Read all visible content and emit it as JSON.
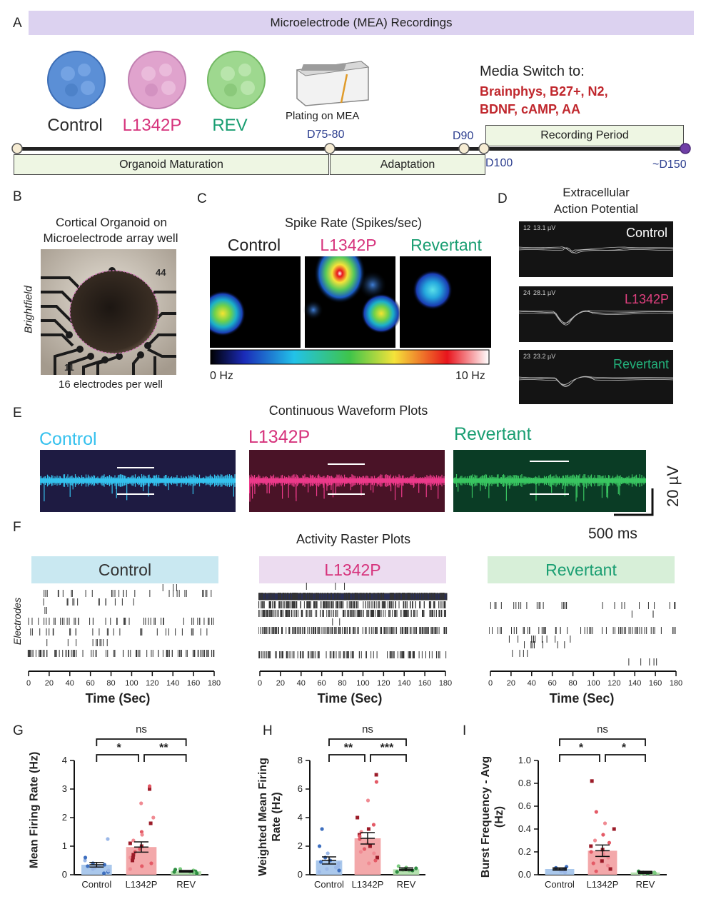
{
  "panels": [
    "A",
    "B",
    "C",
    "D",
    "E",
    "F",
    "G",
    "H",
    "I"
  ],
  "panelA": {
    "banner": "Microelectrode (MEA) Recordings",
    "organoids": [
      {
        "label": "Control",
        "color": "#2b2b2b",
        "fill": "#5b8fd6"
      },
      {
        "label": "L1342P",
        "color": "#d6337c",
        "fill": "#e0a3cd"
      },
      {
        "label": "REV",
        "color": "#1a9e72",
        "fill": "#9ed88f"
      }
    ],
    "plating": "Plating on MEA",
    "media_title": "Media Switch to:",
    "media_line1": "Brainphys, B27+, N2,",
    "media_line2": "BDNF, cAMP, AA",
    "days": {
      "d75": "D75-80",
      "d90": "D90",
      "d100": "D100",
      "d150": "~D150"
    },
    "phases": {
      "maturation": "Organoid Maturation",
      "adaptation": "Adaptation",
      "recording": "Recording Period"
    }
  },
  "panelB": {
    "title1": "Cortical Organoid on",
    "title2": "Microelectrode array well",
    "side": "Brightfield",
    "caption": "16 electrodes per well",
    "num_top": "44",
    "num_bottom": "11"
  },
  "panelC": {
    "title": "Spike Rate (Spikes/sec)",
    "labels": [
      {
        "text": "Control",
        "color": "#2b2b2b"
      },
      {
        "text": "L1342P",
        "color": "#d6337c"
      },
      {
        "text": "Revertant",
        "color": "#1a9e72"
      }
    ],
    "scale_min": "0 Hz",
    "scale_max": "10 Hz"
  },
  "panelD": {
    "title1": "Extracellular",
    "title2": "Action Potential",
    "traces": [
      {
        "label": "Control",
        "color": "#ffffff",
        "ch": "12",
        "amp": "13.1 µV"
      },
      {
        "label": "L1342P",
        "color": "#e0407f",
        "ch": "24",
        "amp": "28.1 µV"
      },
      {
        "label": "Revertant",
        "color": "#22b07a",
        "ch": "23",
        "amp": "23.2 µV"
      }
    ]
  },
  "panelE": {
    "title": "Continuous Waveform Plots",
    "labels": [
      {
        "text": "Control",
        "color": "#35c1ee"
      },
      {
        "text": "L1342P",
        "color": "#d6337c"
      },
      {
        "text": "Revertant",
        "color": "#1a9e72"
      }
    ],
    "scale_y": "20 µV",
    "scale_x": "500 ms"
  },
  "panelF": {
    "title": "Activity Raster Plots",
    "ylabel": "Electrodes",
    "xlabel": "Time (Sec)",
    "ticks": [
      "0",
      "20",
      "40",
      "60",
      "80",
      "100",
      "120",
      "140",
      "160",
      "180"
    ],
    "groups": [
      {
        "text": "Control",
        "color": "#333333",
        "bg": "#c9e8f1"
      },
      {
        "text": "L1342P",
        "color": "#d6337c",
        "bg": "#ecdcf0"
      },
      {
        "text": "Revertant",
        "color": "#1a9e72",
        "bg": "#d7efd8"
      }
    ]
  },
  "chart_data": [
    {
      "type": "bar",
      "panel": "G",
      "categories": [
        "Control",
        "L1342P",
        "REV"
      ],
      "values": [
        0.35,
        0.97,
        0.12
      ],
      "sem": [
        0.08,
        0.18,
        0.03
      ],
      "ylabel": "Mean Firing Rate (Hz)",
      "ylim": [
        0,
        4
      ],
      "yticks": [
        "0",
        "1",
        "2",
        "3",
        "4"
      ],
      "comparisons": {
        "top": "ns",
        "left": "*",
        "right": "**"
      },
      "points": {
        "Control": [
          0.3,
          0.2,
          0.4,
          0.5,
          0.1,
          0.25,
          0.35,
          0.15,
          0.6,
          1.25,
          0.05,
          0.3
        ],
        "L1342P": [
          3.0,
          3.1,
          2.5,
          1.8,
          1.5,
          1.2,
          1.0,
          0.8,
          0.6,
          0.5,
          0.9,
          1.4,
          0.7,
          0.3,
          0.2,
          1.1,
          0.4,
          2.0,
          0.6
        ],
        "REV": [
          0.1,
          0.15,
          0.05,
          0.2,
          0.12,
          0.08,
          0.18,
          0.1
        ]
      }
    },
    {
      "type": "bar",
      "panel": "H",
      "categories": [
        "Control",
        "L1342P",
        "REV"
      ],
      "values": [
        1.0,
        2.55,
        0.38
      ],
      "sem": [
        0.25,
        0.4,
        0.1
      ],
      "ylabel": "Weighted Mean Firing Rate (Hz)",
      "ylim": [
        0,
        8
      ],
      "yticks": [
        "0",
        "2",
        "4",
        "6",
        "8"
      ],
      "comparisons": {
        "top": "ns",
        "left": "**",
        "right": "***"
      },
      "points": {
        "Control": [
          3.2,
          0.5,
          1.0,
          1.5,
          0.3,
          0.8,
          2.0,
          0.6,
          1.2,
          0.4,
          0.9,
          0.2
        ],
        "L1342P": [
          7.0,
          6.5,
          5.2,
          4.0,
          3.5,
          3.0,
          2.8,
          2.5,
          2.2,
          2.0,
          1.8,
          1.5,
          1.2,
          1.0,
          0.8,
          3.2,
          2.7,
          1.6
        ],
        "REV": [
          0.3,
          0.5,
          0.2,
          0.6,
          0.4,
          0.3,
          0.45,
          0.35
        ]
      }
    },
    {
      "type": "bar",
      "panel": "I",
      "categories": [
        "Control",
        "L1342P",
        "REV"
      ],
      "values": [
        0.05,
        0.21,
        0.02
      ],
      "sem": [
        0.01,
        0.05,
        0.01
      ],
      "ylabel": "Burst Frequency - Avg (Hz)",
      "ylim": [
        0,
        1.0
      ],
      "yticks": [
        "0.0",
        "0.2",
        "0.4",
        "0.6",
        "0.8",
        "1.0"
      ],
      "comparisons": {
        "top": "ns",
        "left": "*",
        "right": "*"
      },
      "points": {
        "Control": [
          0.06,
          0.05,
          0.04,
          0.03,
          0.07,
          0.02,
          0.05,
          0.04
        ],
        "L1342P": [
          0.82,
          0.55,
          0.45,
          0.4,
          0.35,
          0.3,
          0.25,
          0.2,
          0.15,
          0.12,
          0.1,
          0.08,
          0.05,
          0.03,
          0.18,
          0.22,
          0.28
        ],
        "REV": [
          0.01,
          0.02,
          0.03,
          0.01,
          0.02,
          0.015
        ]
      }
    }
  ]
}
